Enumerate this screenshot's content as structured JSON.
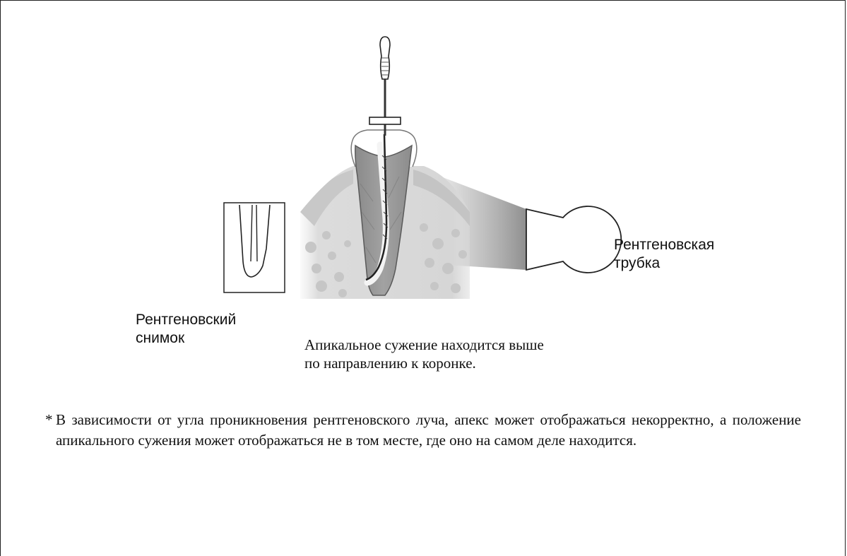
{
  "labels": {
    "tube_line1": "Рентгеновская",
    "tube_line2": "трубка",
    "xray_line1": "Рентгеновский",
    "xray_line2": "снимок",
    "caption_line1": "Апикальное сужение находится выше",
    "caption_line2": "по направлению к коронке."
  },
  "footnote": {
    "marker": "*",
    "text": "В зависимости от угла проникновения рентгеновского луча, апекс может отображаться некорректно, а положение апикального сужения может отображаться не в том месте, где оно на самом деле находится."
  },
  "icons": [
    "endodontic-file-icon",
    "tooth-cross-section-icon",
    "xray-tube-icon",
    "xray-image-icon"
  ]
}
